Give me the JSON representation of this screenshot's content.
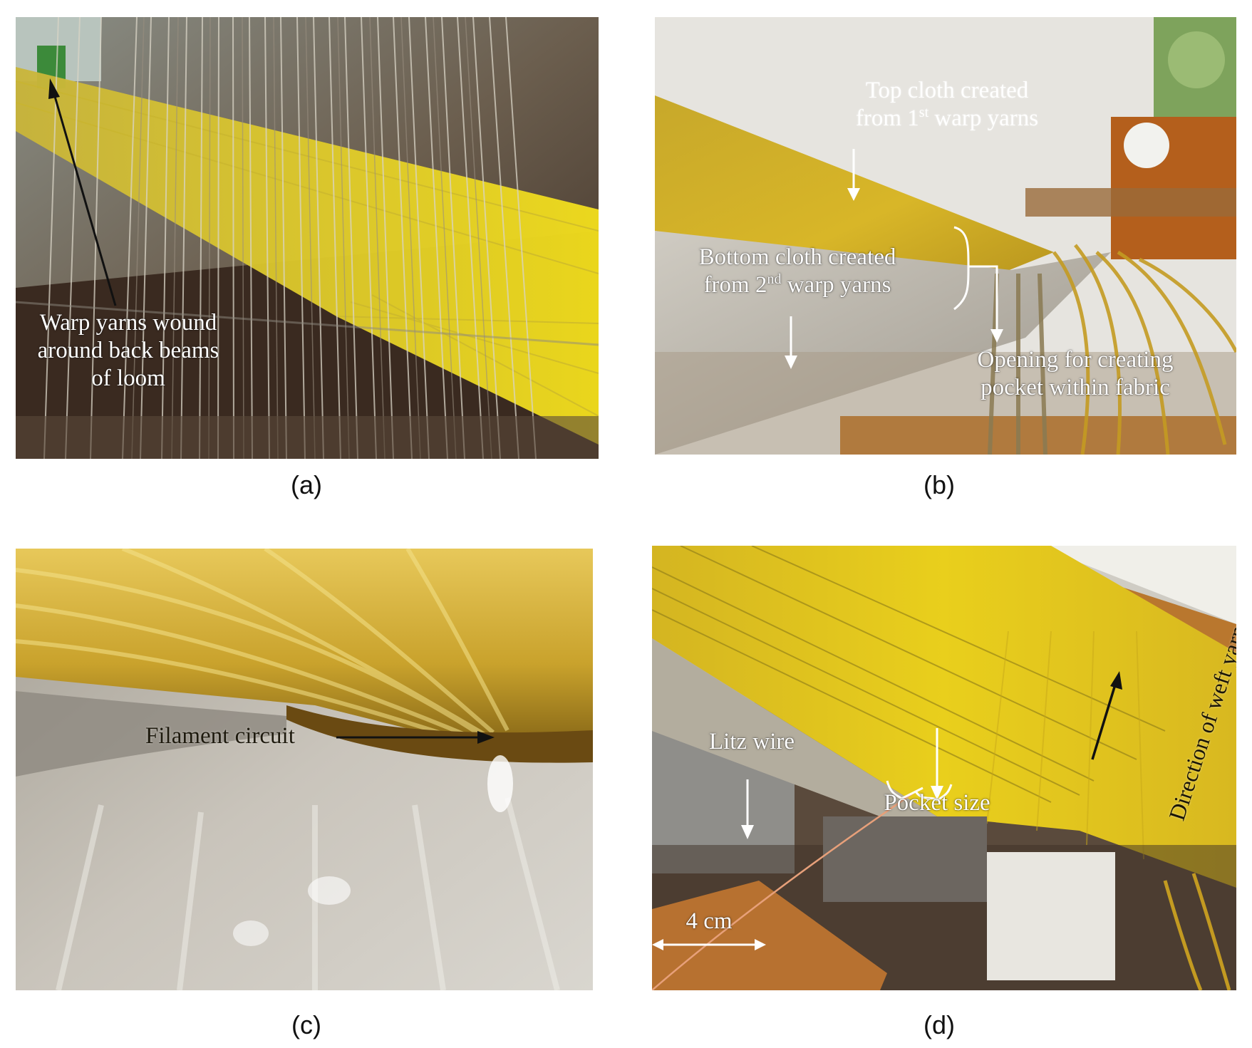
{
  "panels": {
    "a": {
      "caption": "(a)",
      "label": "Warp yarns wound\naround back beams\nof loom"
    },
    "b": {
      "caption": "(b)",
      "top_cloth_line1": "Top cloth created",
      "top_cloth_line2_pre": "from 1",
      "top_cloth_line2_sup": "st",
      "top_cloth_line2_post": " warp yarns",
      "bottom_cloth_line1": "Bottom cloth created",
      "bottom_cloth_line2_pre": "from 2",
      "bottom_cloth_line2_sup": "nd",
      "bottom_cloth_line2_post": " warp yarns",
      "opening_label": "Opening for creating\npocket within fabric"
    },
    "c": {
      "caption": "(c)",
      "label": "Filament circuit"
    },
    "d": {
      "caption": "(d)",
      "litz_label": "Litz wire",
      "pocket_label": "Pocket size",
      "scale_label": "4 cm",
      "weft_label": "Direction of weft yarn"
    }
  }
}
